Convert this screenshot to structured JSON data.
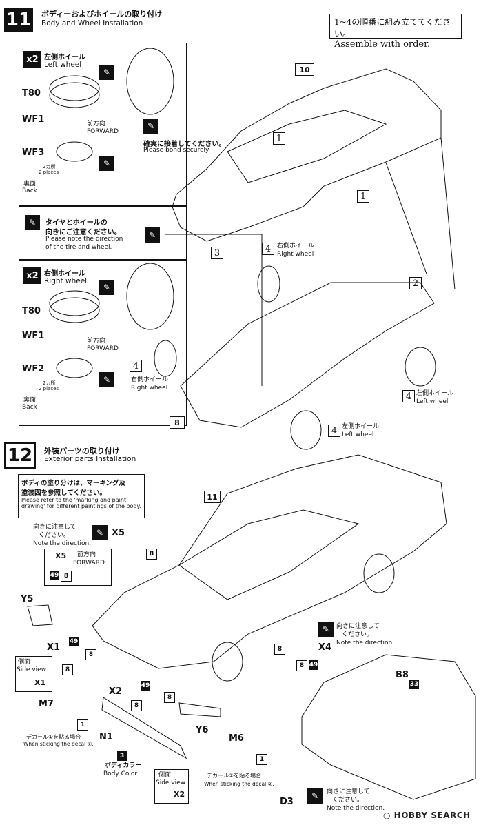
{
  "step11": {
    "num": "11",
    "title_jp": "ボディーおよびホイールの取り付け",
    "title_en": "Body and Wheel Installation",
    "order_jp": "1~4の順番に組み立ててください。",
    "order_en": "Assemble with order.",
    "left_wheel": {
      "qty": "x2",
      "label_jp": "左側ホイール",
      "label_en": "Left wheel",
      "tire": "T80",
      "cap": "WF1",
      "wheel": "WF3",
      "forward_jp": "前方向",
      "forward_en": "FORWARD",
      "places_jp": "2カ所",
      "places_en": "2 places",
      "back_jp": "裏面",
      "back_en": "Back"
    },
    "note_jp1": "タイヤとホイールの",
    "note_jp2": "向きにご注意ください。",
    "note_en1": "Please note the direction",
    "note_en2": "of the tire and wheel.",
    "right_wheel": {
      "qty": "x2",
      "label_jp": "右側ホイール",
      "label_en": "Right wheel",
      "tire": "T80",
      "cap": "WF1",
      "wheel": "WF2",
      "forward_jp": "前方向",
      "forward_en": "FORWARD",
      "places_jp": "2カ所",
      "places_en": "2 places",
      "back_jp": "裏面",
      "back_en": "Back"
    },
    "bond_jp": "確実に接着してください。",
    "bond_en": "Please bond securely.",
    "part_body": "10",
    "part_chassis": "8",
    "order_marks": [
      "1",
      "1",
      "2",
      "3",
      "4",
      "4",
      "4"
    ],
    "rw_jp": "右側ホイール",
    "rw_en": "Right wheel",
    "lw_jp": "左側ホイール",
    "lw_en": "Left wheel"
  },
  "step12": {
    "num": "12",
    "title_jp": "外装パーツの取り付け",
    "title_en": "Exterior parts Installation",
    "paint_jp1": "ボディの塗り分けは、マーキング及",
    "paint_jp2": "塗装図を参照してください。",
    "paint_en1": "Please refer to the 'marking and paint",
    "paint_en2": "drawing' for different paintings of the body.",
    "dir_jp1": "向きに注意して",
    "dir_jp2": "ください。",
    "dir_en": "Note the direction.",
    "part_body": "11",
    "x5": "X5",
    "x5_forward_jp": "前方向",
    "x5_forward_en": "FORWARD",
    "n49": "49",
    "n8": "8",
    "y5": "Y5",
    "x1": "X1",
    "side_jp": "側面",
    "side_en": "Side view",
    "m7": "M7",
    "n1": "1",
    "decal1_jp": "デカール①を貼る場合",
    "decal1_en": "When sticking the decal ①.",
    "n1part": "N1",
    "body_color_num": "3",
    "body_color_jp": "ボディカラー",
    "body_color_en": "Body Color",
    "x2": "X2",
    "y6": "Y6",
    "x4": "X4",
    "m6": "M6",
    "decal2_jp": "デカール②を貼る場合",
    "decal2_en": "When sticking the decal ②.",
    "d3": "D3",
    "b8": "B8",
    "n33": "33",
    "watermark": "HOBBY SEARCH"
  }
}
